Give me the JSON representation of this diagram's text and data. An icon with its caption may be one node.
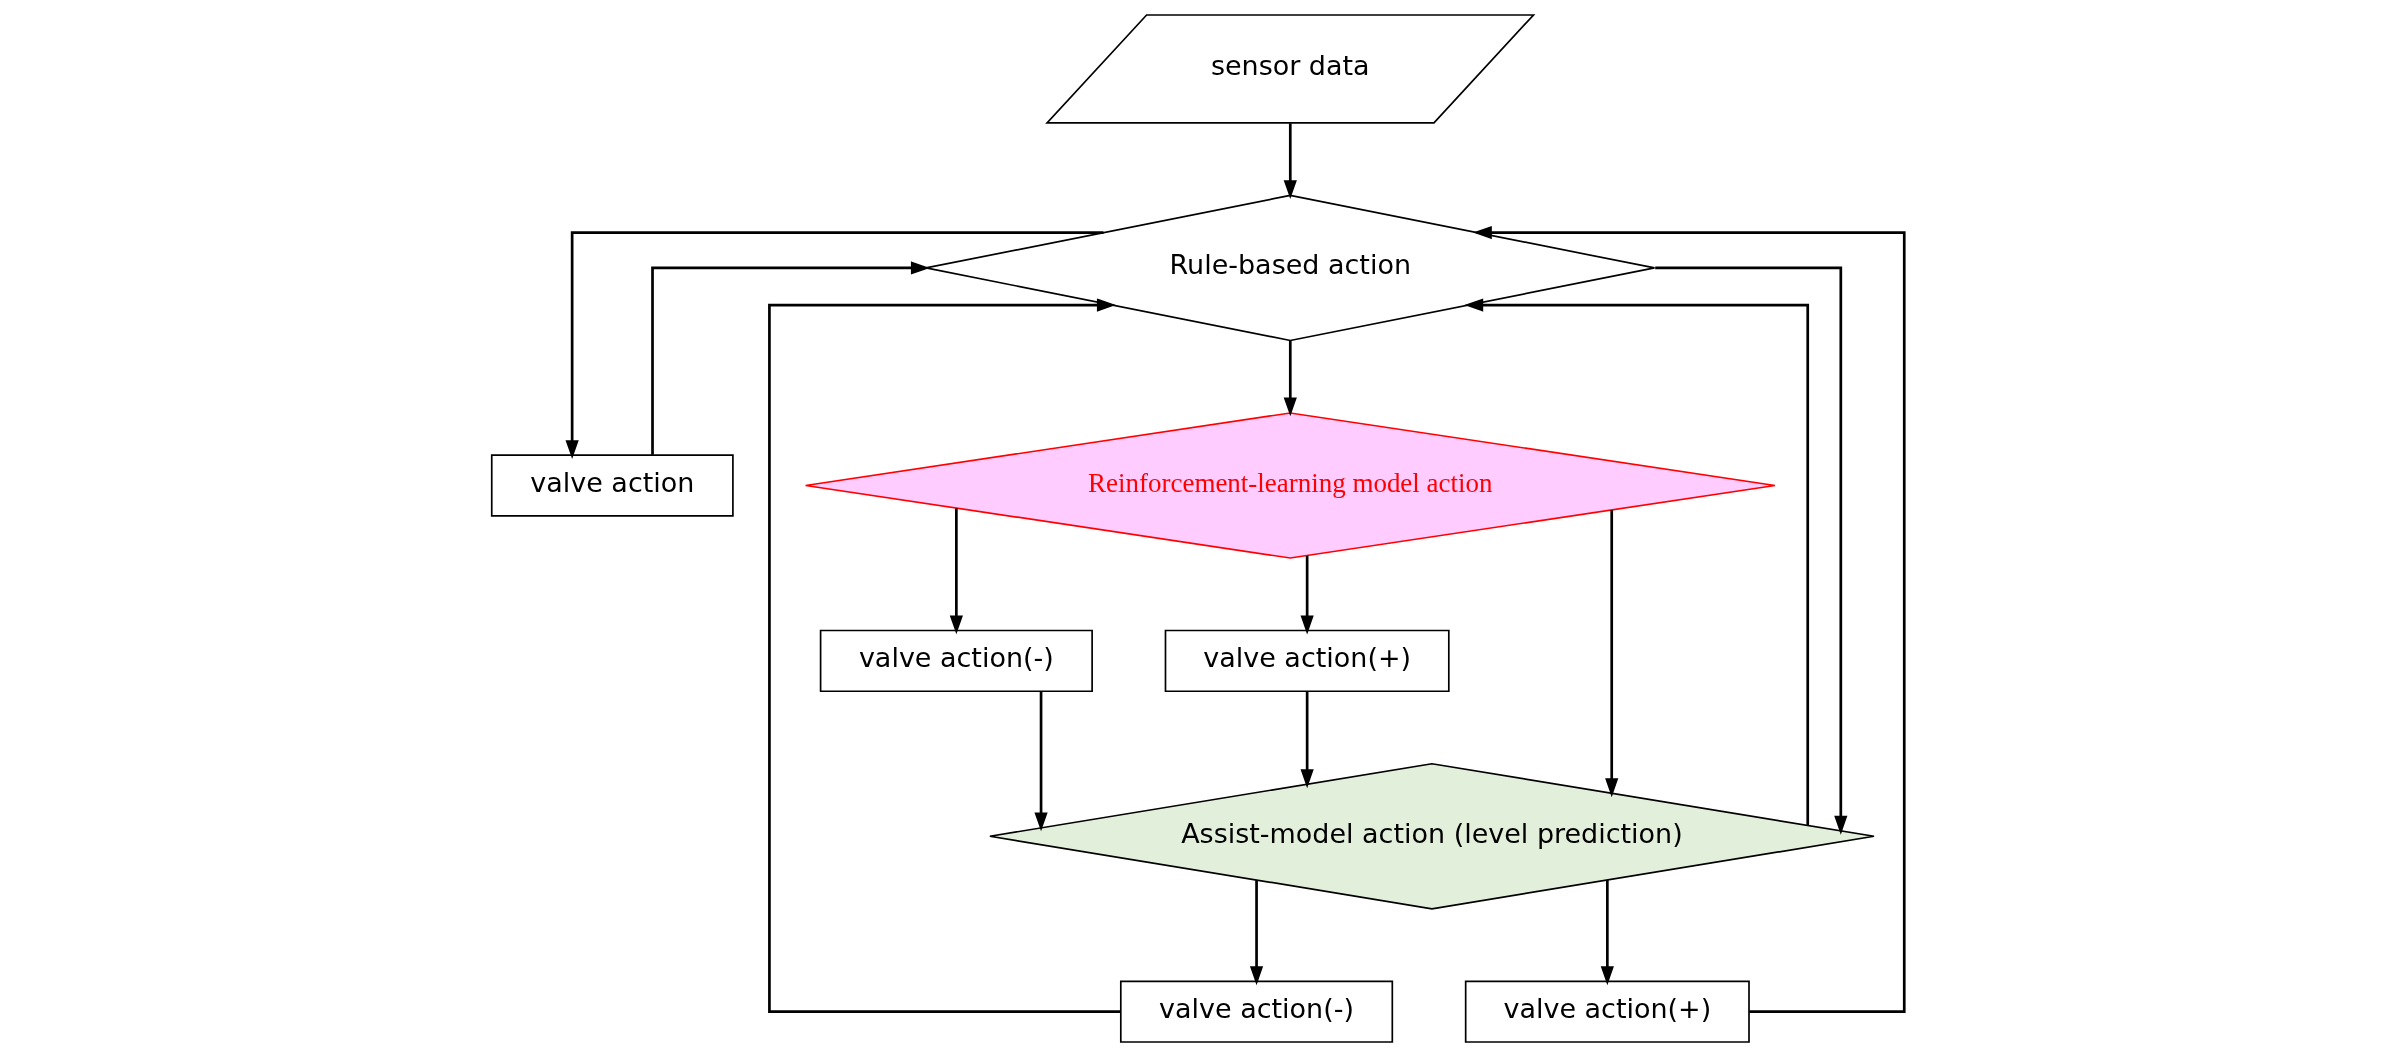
{
  "diagram": {
    "nodes": [
      {
        "text": [
          "sensor data"
        ]
      },
      {
        "text": [
          "Rule-based action"
        ]
      },
      {
        "text": [
          "valve action"
        ]
      },
      {
        "text": [
          "Reinforcement-learning model action"
        ]
      },
      {
        "text": [
          "valve action(-)"
        ]
      },
      {
        "text": [
          "valve action(+)"
        ]
      },
      {
        "text": [
          "Assist-model action (level prediction)"
        ]
      },
      {
        "text": [
          "valve action(-)"
        ]
      },
      {
        "text": [
          "valve action(+)"
        ]
      }
    ],
    "edges": [
      {
        "from": 0,
        "to": 1,
        "arrow": "to"
      },
      {
        "from": 1,
        "to": 2,
        "arrow": "to"
      },
      {
        "from": 1,
        "to": 3,
        "arrow": "to"
      },
      {
        "from": 1,
        "to": 6,
        "arrow": "to"
      },
      {
        "from": 3,
        "to": 4,
        "arrow": "to"
      },
      {
        "from": 3,
        "to": 5,
        "arrow": "to"
      },
      {
        "from": 4,
        "to": 6,
        "arrow": "to"
      },
      {
        "from": 3,
        "to": 6,
        "arrow": "to"
      },
      {
        "from": 5,
        "to": 6,
        "arrow": "to"
      },
      {
        "from": 6,
        "to": 7,
        "arrow": "to"
      },
      {
        "from": 6,
        "to": 8,
        "arrow": "to"
      },
      {
        "from": 2,
        "to": 1,
        "arrow": "to"
      },
      {
        "from": 7,
        "to": 1,
        "arrow": "to"
      },
      {
        "from": 6,
        "to": 1,
        "arrow": "to"
      },
      {
        "from": 8,
        "to": 1,
        "arrow": "to"
      }
    ]
  }
}
